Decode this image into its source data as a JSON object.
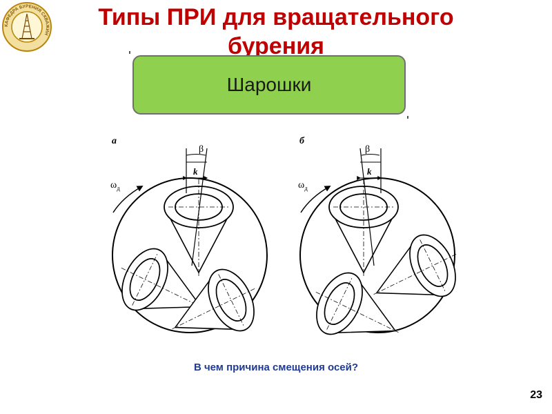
{
  "header": {
    "title": "Типы ПРИ для вращательного бурения",
    "logo_text": "КАФЕДРА БУРЕНИЯ СКВАЖИН"
  },
  "highlight": {
    "label": "Шарошки"
  },
  "figures": {
    "panel_a_label": "а",
    "panel_b_label": "б",
    "beta_symbol": "β",
    "k_symbol": "k",
    "omega_symbol": "ω",
    "omega_subscript": "д"
  },
  "question": "В чем причина смещения осей?",
  "page_number": "23",
  "colors": {
    "title": "#c00000",
    "box": "#8fd14f",
    "question": "#1f3a93"
  }
}
